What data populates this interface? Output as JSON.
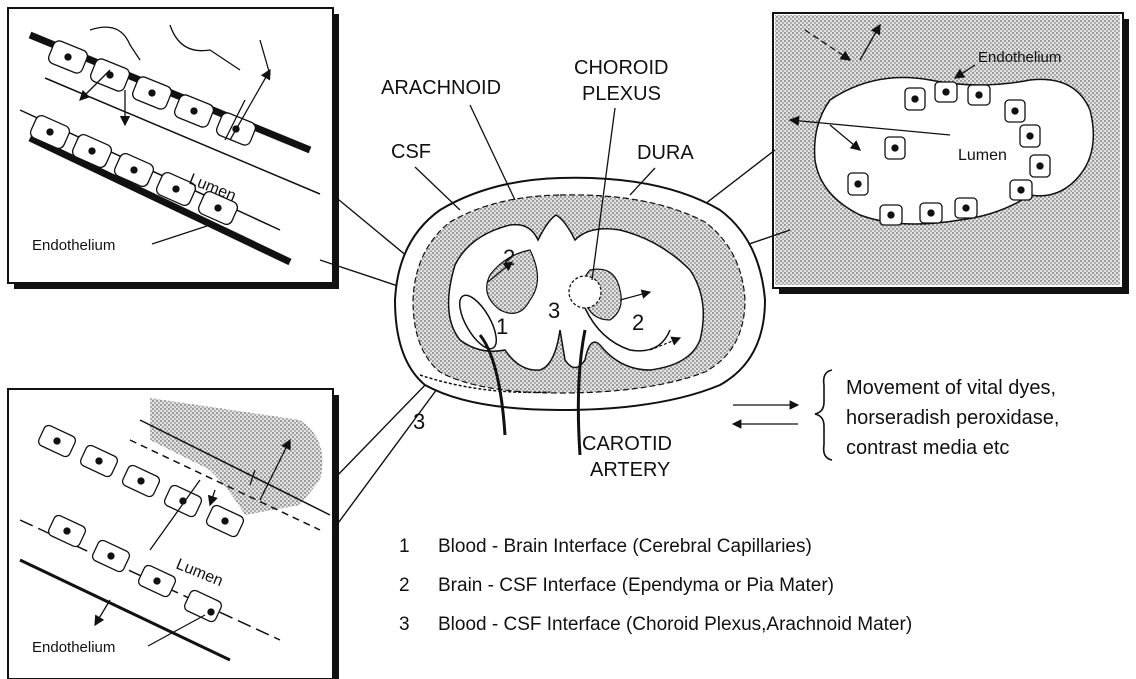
{
  "labels": {
    "arachnoid": "ARACHNOID",
    "choroid_1": "CHOROID",
    "choroid_2": "PLEXUS",
    "csf": "CSF",
    "dura": "DURA",
    "carotid_1": "CAROTID",
    "carotid_2": "ARTERY",
    "lumen": "Lumen",
    "endothelium": "Endothelium"
  },
  "numbers": {
    "one": "1",
    "two": "2",
    "three": "3"
  },
  "movement": {
    "line1": "Movement of vital dyes,",
    "line2": "horseradish peroxidase,",
    "line3": "contrast media etc"
  },
  "legend": [
    {
      "num": "1",
      "text": "Blood - Brain Interface (Cerebral Capillaries)"
    },
    {
      "num": "2",
      "text": "Brain - CSF Interface (Ependyma or Pia Mater)"
    },
    {
      "num": "3",
      "text": "Blood - CSF Interface (Choroid Plexus,Arachnoid Mater)"
    }
  ],
  "colors": {
    "ink": "#111111",
    "shade": "#c9c9c9",
    "paper": "#ffffff"
  }
}
